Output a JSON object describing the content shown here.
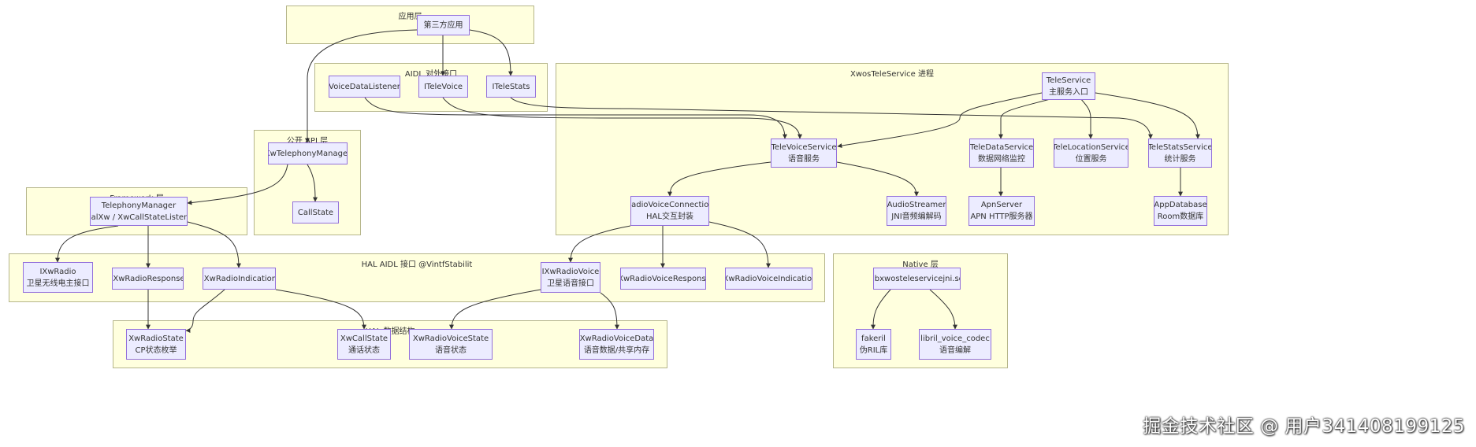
{
  "groups": {
    "app": "应用层",
    "aidl": "AIDL 对外接口",
    "xwos": "XwosTeleService 进程",
    "api": "公开 API 层",
    "framework": "Framework 层",
    "hal_aidl": "HAL AIDL 接口 @VintfStabilit",
    "native": "Native 层",
    "hal_data": "HAL 数据结构"
  },
  "nodes": {
    "third_app": [
      "第三方应用"
    ],
    "voice_data_listener": [
      "VoiceDataListener"
    ],
    "itelevoice": [
      "ITeleVoice"
    ],
    "itelestats": [
      "ITeleStats"
    ],
    "teleservice": [
      "TeleService",
      "主服务入口"
    ],
    "televoiceservice": [
      "TeleVoiceService",
      "语音服务"
    ],
    "teledataservice": [
      "TeleDataService",
      "数据网络监控"
    ],
    "telelocationservice": [
      "TeleLocationService",
      "位置服务"
    ],
    "telestatsservice": [
      "TeleStatsService",
      "统计服务"
    ],
    "radiovoiceconnection": [
      "RadioVoiceConnection",
      "HAL交互封装"
    ],
    "audiostreamer": [
      "AudioStreamer",
      "JNI音频编解码"
    ],
    "apnserver": [
      "ApnServer",
      "APN HTTP服务器"
    ],
    "appdatabase": [
      "AppDatabase",
      "Room数据库"
    ],
    "xwtelephonymanager": [
      "XwTelephonyManager"
    ],
    "callstate": [
      "CallState"
    ],
    "telephonymanager": [
      "TelephonyManager",
      "dialXw / XwCallStateListene"
    ],
    "ixwradio": [
      "IXwRadio",
      "卫星无线电主接口"
    ],
    "ixwradioresponse": [
      "IXwRadioResponse"
    ],
    "ixwradioindication": [
      "IXwRadioIndication"
    ],
    "ixwradiovoice": [
      "IXwRadioVoice",
      "卫星语音接口"
    ],
    "ixwradiovoiceresponse": [
      "IXwRadioVoiceResponse"
    ],
    "ixwradiovoiceindication": [
      "IXwRadioVoiceIndication"
    ],
    "libxwos": [
      "libxwosteleservicejni.so"
    ],
    "fakeril": [
      "fakeril",
      "伪RIL库"
    ],
    "libril_voice_codec": [
      "libril_voice_codec",
      "语音编解"
    ],
    "xwradiostate": [
      "XwRadioState",
      "CP状态枚举"
    ],
    "xwcallstate": [
      "XwCallState",
      "通话状态"
    ],
    "xwradiovoicestate": [
      "XwRadioVoiceState",
      "语音状态"
    ],
    "xwradiovoicedata": [
      "XwRadioVoiceData",
      "语音数据/共享内存"
    ]
  },
  "watermark": "掘金技术社区 @ 用户341408199125"
}
